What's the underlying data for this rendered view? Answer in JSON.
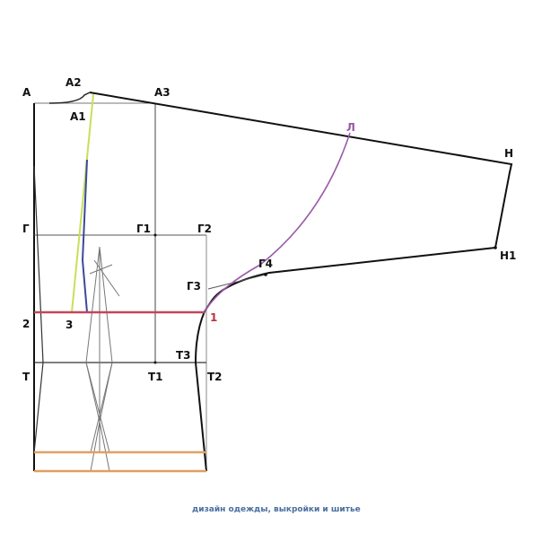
{
  "labels": {
    "A": "А",
    "A1": "А1",
    "A2": "А2",
    "A3": "А3",
    "G": "Г",
    "G1": "Г1",
    "G2": "Г2",
    "G3": "Г3",
    "G4": "Г4",
    "L": "Л",
    "H": "Н",
    "H1": "Н1",
    "p2": "2",
    "p3": "3",
    "p1": "1",
    "T": "Т",
    "T1": "Т1",
    "T2": "Т2",
    "T3": "Т3"
  },
  "watermark": "дизайн одежды, выкройки и шитье",
  "colors": {
    "line": "#111111",
    "thin": "#555555",
    "red": "#c0485a",
    "green": "#c8e05a",
    "blue": "#3a4a9a",
    "purple": "#9a5aa8",
    "orange": "#e0a060",
    "watermark": "#4a6fa0",
    "point1": "#c03040"
  }
}
